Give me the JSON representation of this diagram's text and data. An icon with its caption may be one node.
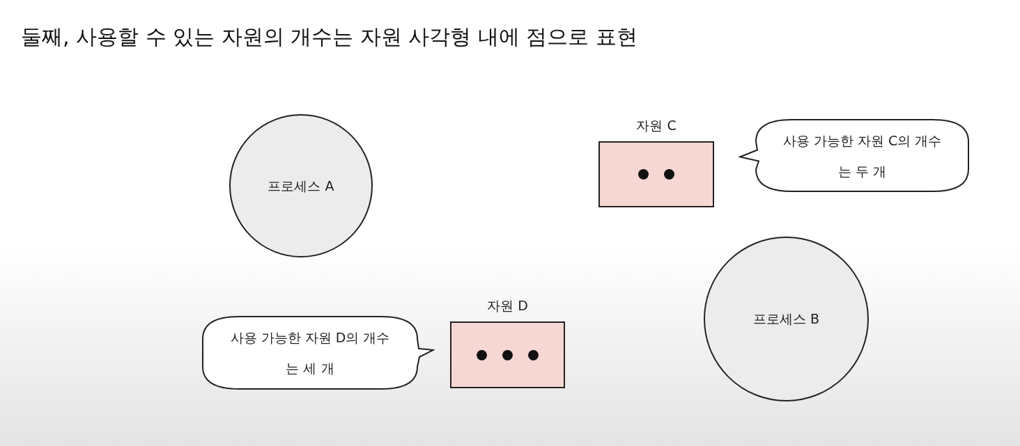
{
  "diagram": {
    "title": "둘째, 사용할 수 있는 자원의 개수는 자원 사각형 내에 점으로 표현",
    "nodes": [
      {
        "text": [
          "프로세스 A"
        ]
      },
      {
        "text": [
          "자원 C"
        ]
      },
      {
        "text": [
          "사용 가능한 자원 C의 개수는 두 개"
        ]
      },
      {
        "text": [
          "자원 D"
        ]
      },
      {
        "text": [
          "사용 가능한 자원 D의 개수는 세 개"
        ]
      },
      {
        "text": [
          "프로세스 B"
        ]
      }
    ]
  }
}
